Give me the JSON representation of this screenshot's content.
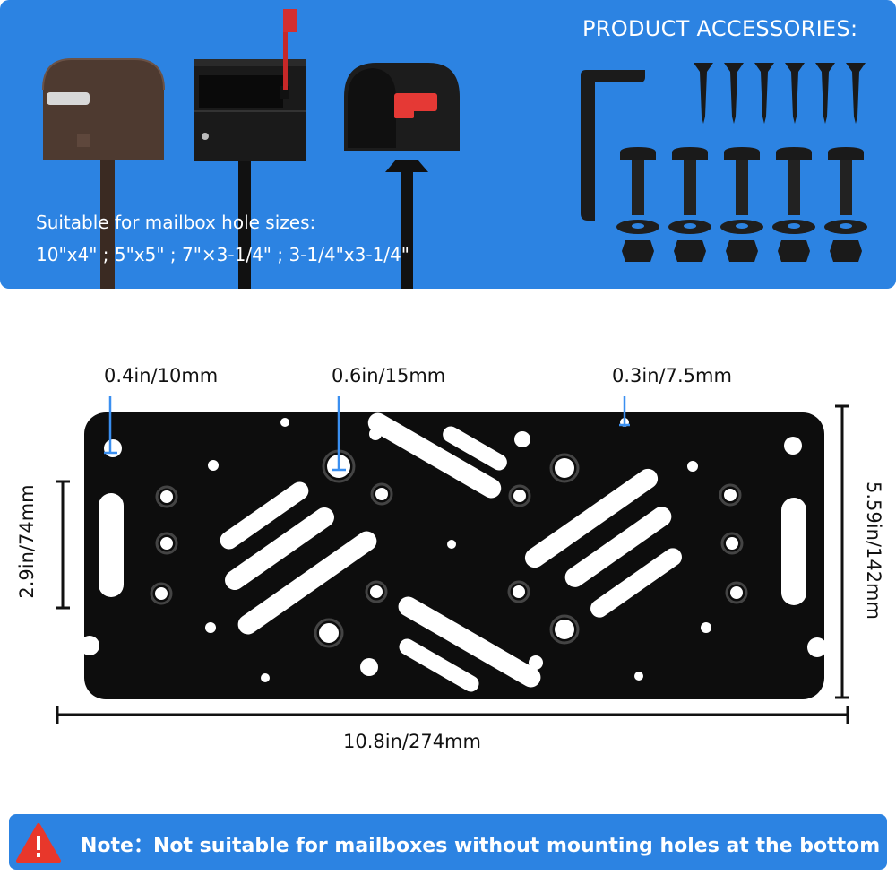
{
  "top_panel": {
    "accessories_title": "PRODUCT ACCESSORIES:",
    "hole_sizes_line1": "Suitable for mailbox hole sizes:",
    "hole_sizes_line2": "10\"x4\" ; 5\"x5\" ; 7\"×3-1/4\" ; 3-1/4\"x3-1/4\"",
    "mailbox_icons": [
      "brown-mailbox-icon",
      "black-locking-mailbox-icon",
      "black-classic-mailbox-icon"
    ],
    "accessory_icons": [
      "hex-key-icon",
      "wood-screw-icon",
      "bolt-icon",
      "washer-icon",
      "nut-icon"
    ]
  },
  "diagram": {
    "hole_small": "0.4in/10mm",
    "hole_large": "0.6in/15mm",
    "hole_tiny": "0.3in/7.5mm",
    "left_height": "2.9in/74mm",
    "right_height": "5.59in/142mm",
    "width": "10.8in/274mm"
  },
  "note": {
    "icon": "warning-icon",
    "text": "Note：Not suitable for mailboxes without mounting holes at the bottom"
  },
  "colors": {
    "panel_blue": "#2c83e2",
    "plate_black": "#0d0d0d",
    "marker_blue": "#3a8ff0"
  }
}
